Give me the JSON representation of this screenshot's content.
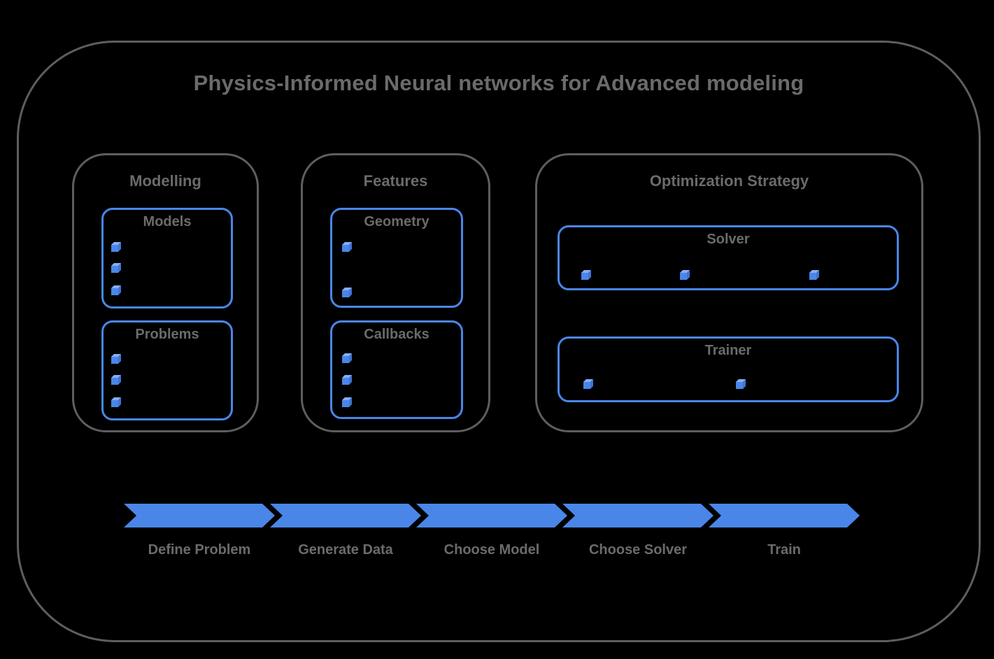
{
  "title": "Physics-Informed Neural networks for Advanced modeling",
  "colors": {
    "accent_blue": "#4a86e8",
    "cube_top_blue": "#88aef1",
    "cube_side_blue": "#3f74d6",
    "frame_gray": "#5e5e5e",
    "text_gray": "#6b6b6b",
    "background": "#000000"
  },
  "sections": [
    {
      "label": "Modelling",
      "groups": [
        {
          "label": "Models",
          "cube_count": 3
        },
        {
          "label": "Problems",
          "cube_count": 3
        }
      ]
    },
    {
      "label": "Features",
      "groups": [
        {
          "label": "Geometry",
          "cube_count": 2
        },
        {
          "label": "Callbacks",
          "cube_count": 3
        }
      ]
    },
    {
      "label": "Optimization Strategy",
      "groups": [
        {
          "label": "Solver",
          "cube_count": 3
        },
        {
          "label": "Trainer",
          "cube_count": 2
        }
      ]
    }
  ],
  "flow": {
    "steps": [
      {
        "label": "Define Problem"
      },
      {
        "label": "Generate Data"
      },
      {
        "label": "Choose Model"
      },
      {
        "label": "Choose Solver"
      },
      {
        "label": "Train"
      }
    ]
  }
}
